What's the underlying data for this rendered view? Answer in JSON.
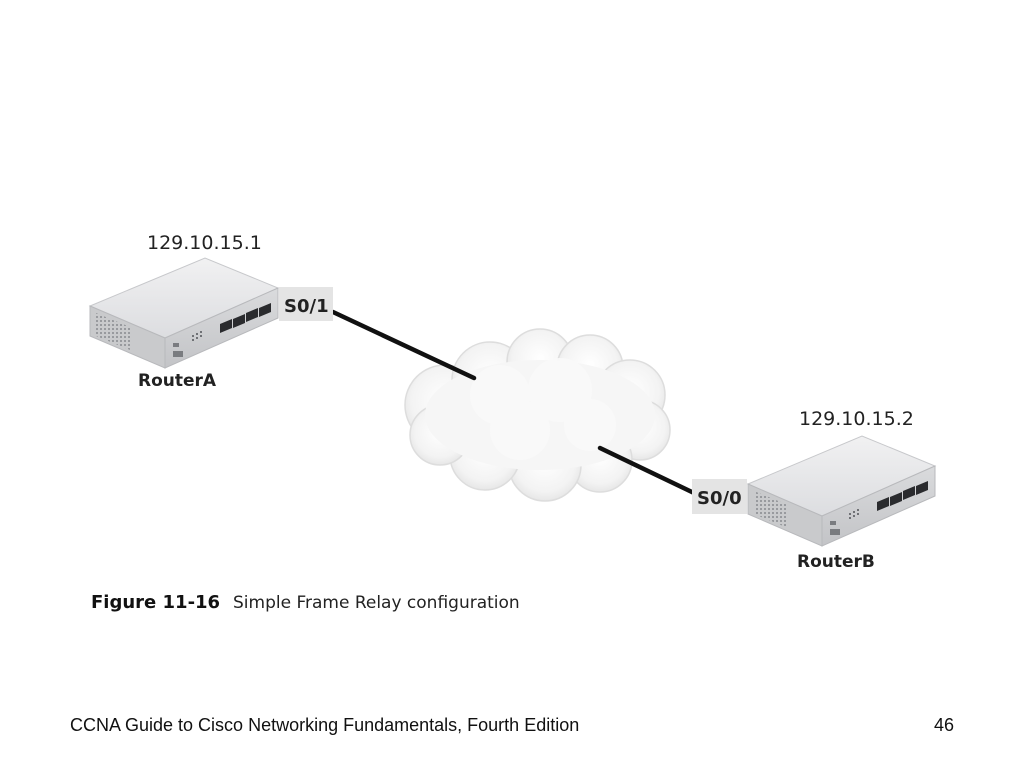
{
  "diagram": {
    "routerA": {
      "name": "RouterA",
      "ip": "129.10.15.1",
      "interface": "S0/1"
    },
    "routerB": {
      "name": "RouterB",
      "ip": "129.10.15.2",
      "interface": "S0/0"
    }
  },
  "figure": {
    "number": "Figure 11-16",
    "caption": "Simple Frame Relay configuration"
  },
  "footer": {
    "title": "CCNA Guide to Cisco Networking Fundamentals, Fourth Edition",
    "page": "46"
  },
  "colors": {
    "link": "#111111",
    "label_bg": "#e4e4e4",
    "router_top": "#e9e9ea",
    "router_front": "#d2d3d5",
    "cloud": "#f4f4f4"
  }
}
